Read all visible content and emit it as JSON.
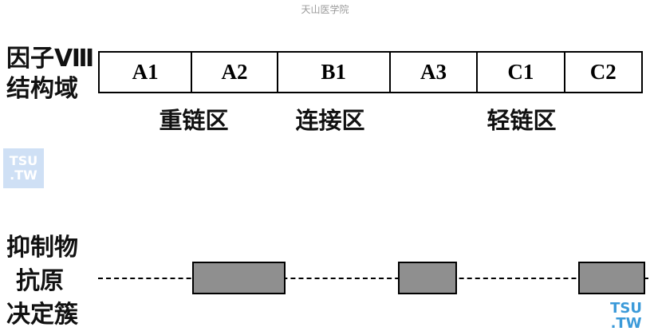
{
  "watermark_top": "天山医学院",
  "factor_title": [
    "因子Ⅷ",
    "结构域"
  ],
  "domains": [
    "A1",
    "A2",
    "B1",
    "A3",
    "C1",
    "C2"
  ],
  "regions": [
    "重链区",
    "连接区",
    "轻链区"
  ],
  "epitope_title": [
    "抑制物",
    "抗原",
    "决定簇"
  ],
  "epitope_block_color": "#8f8f8f",
  "badge": {
    "line1": "TSU",
    "line2": ".TW"
  },
  "corner": {
    "line1": "TSU",
    "line2": ".TW"
  }
}
